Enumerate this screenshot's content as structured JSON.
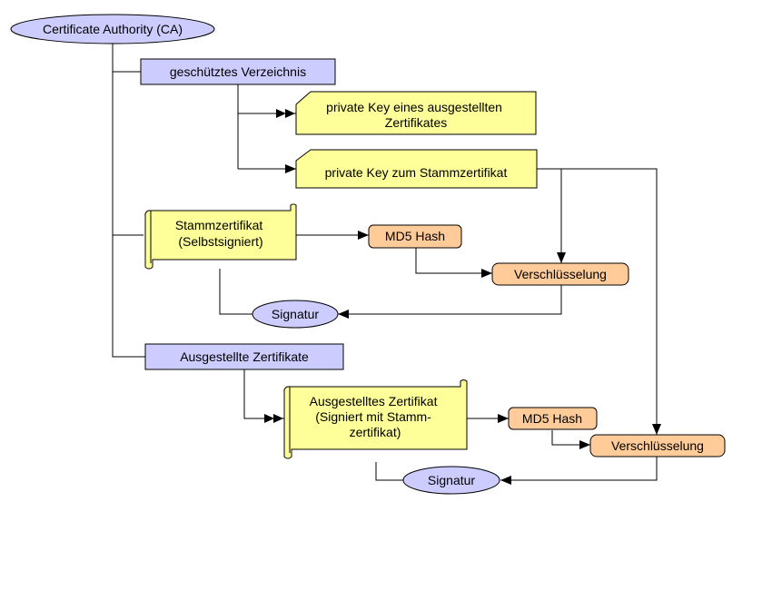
{
  "colors": {
    "ellipse_fill": "#ccccff",
    "rect_fill": "#ccccff",
    "note_fill": "#ffff99",
    "hash_fill": "#ffcc99",
    "stroke": "#000000",
    "background": "#ffffff"
  },
  "nodes": {
    "ca": "Certificate Authority (CA)",
    "protected_directory": "geschütztes Verzeichnis",
    "private_key_issued": [
      "private Key eines ausgestellten",
      "Zertifikates"
    ],
    "private_key_root": "private Key zum Stammzertifikat",
    "root_certificate": [
      "Stammzertifikat",
      "(Selbstsigniert)"
    ],
    "md5_hash_1": "MD5 Hash",
    "encryption_1": "Verschlüsselung",
    "signature_1": "Signatur",
    "issued_certificates": "Ausgestellte Zertifikate",
    "issued_certificate": [
      "Ausgestelltes Zertifikat",
      "(Signiert mit Stamm-",
      "zertifikat)"
    ],
    "md5_hash_2": "MD5 Hash",
    "encryption_2": "Verschlüsselung",
    "signature_2": "Signatur"
  }
}
